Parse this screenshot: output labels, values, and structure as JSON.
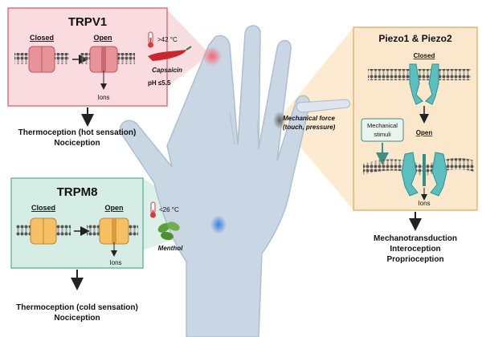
{
  "trpv1": {
    "title": "TRPV1",
    "closed_label": "Closed",
    "open_label": "Open",
    "ions_label": "Ions",
    "temperature": ">42 °C",
    "agonist": "Capsaicin",
    "ph": "pH ≤5.5",
    "outcome_line1": "Thermoception (hot sensation)",
    "outcome_line2": "Nociception",
    "box_color": "#f9dbe0",
    "border_color": "#d9747f",
    "channel_color": "#e8939a"
  },
  "trpm8": {
    "title": "TRPM8",
    "closed_label": "Closed",
    "open_label": "Open",
    "ions_label": "Ions",
    "temperature": "<26 °C",
    "agonist": "Menthol",
    "outcome_line1": "Thermoception (cold sensation)",
    "outcome_line2": "Nociception",
    "box_color": "#d6ede6",
    "border_color": "#6fb8a4",
    "channel_color": "#f7c064"
  },
  "piezo": {
    "title": "Piezo1 & Piezo2",
    "closed_label": "Closed",
    "open_label": "Open",
    "ions_label": "Ions",
    "stimulus_line1": "Mechanical",
    "stimulus_line2": "stimuli",
    "force_line1": "Mechanical force",
    "force_line2": "(touch, pressure)",
    "outcome_line1": "Mechanotransduction",
    "outcome_line2": "Interoception",
    "outcome_line3": "Proprioception",
    "box_color": "#fbe8cc",
    "border_color": "#e2b876",
    "channel_color": "#5cbfbf"
  },
  "icons": [
    "thermometer-icon",
    "chili-pepper-icon",
    "mint-leaf-icon",
    "finger-pressing-icon"
  ]
}
